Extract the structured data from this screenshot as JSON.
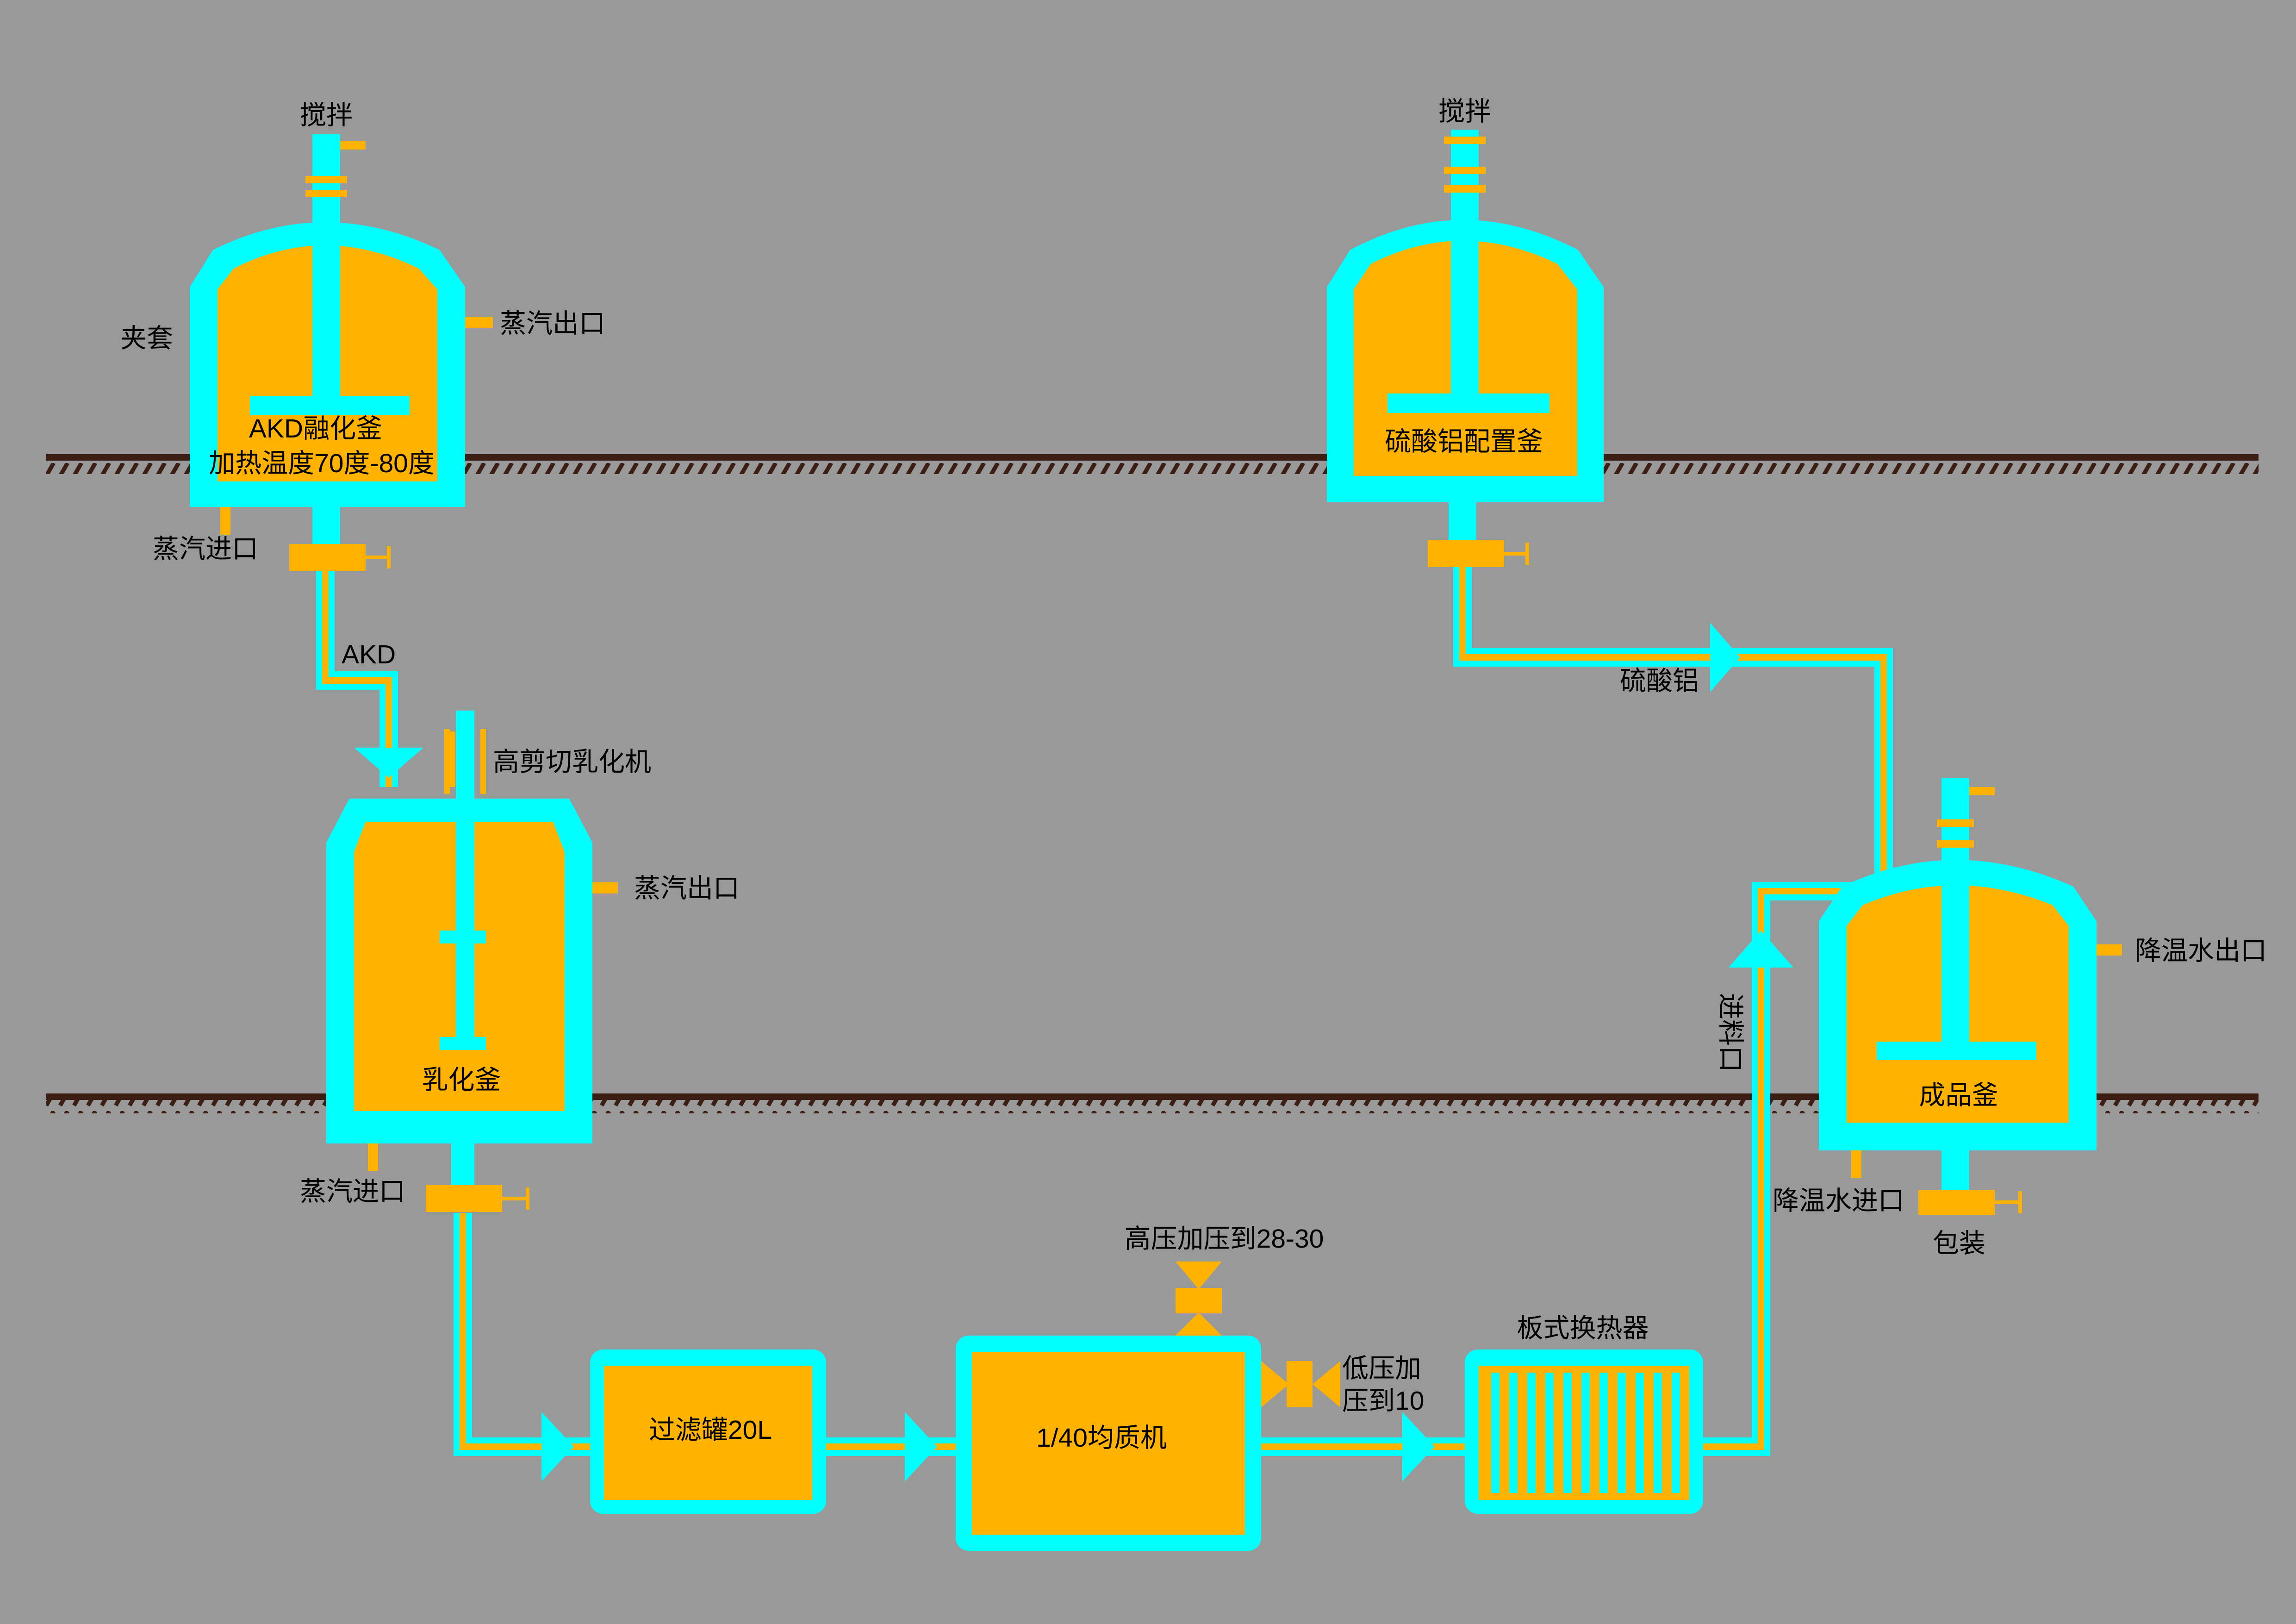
{
  "colors": {
    "background": "#999999",
    "vessel_shell": "#00FFFF",
    "vessel_fill": "#FFB300",
    "pipe_outer": "#00FFFF",
    "pipe_inner": "#FFB300",
    "ground_line": "#3D1E14",
    "text": "#000000"
  },
  "vessels": {
    "akd_melting": {
      "name_line1": "AKD融化釜",
      "name_line2": "加热温度70度-80度"
    },
    "alum_mixing": {
      "name": "硫酸铝配置釜"
    },
    "emulsifying": {
      "name": "乳化釜"
    },
    "finished": {
      "name": "成品釜"
    },
    "filter": {
      "name": "过滤罐20L"
    },
    "homogenizer": {
      "name": "1/40均质机"
    },
    "heat_exchanger": {
      "name": "板式换热器"
    }
  },
  "labels": {
    "stir_left": "搅拌",
    "stir_right": "搅拌",
    "jacket": "夹套",
    "steam_out_1": "蒸汽出口",
    "steam_in_1": "蒸汽进口",
    "akd": "AKD",
    "high_shear": "高剪切乳化机",
    "steam_out_2": "蒸汽出口",
    "steam_in_2": "蒸汽进口",
    "alum_flow": "硫酸铝",
    "cool_water_out": "降温水出口",
    "cool_water_in": "降温水进口",
    "packaging": "包装",
    "feed_inlet": "进料口",
    "high_pressure": "高压加压到28-30",
    "low_pressure_1": "低压加",
    "low_pressure_2": "压到10"
  },
  "icons": {
    "flow_arrow": "flow-arrow-icon",
    "valve": "valve-icon",
    "ground": "ground-hatch-icon",
    "pressure_valve": "pressure-valve-icon"
  }
}
